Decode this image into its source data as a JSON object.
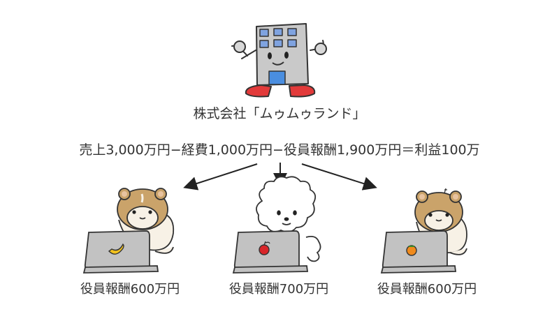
{
  "company": {
    "name": "株式会社「ムゥムゥランド」",
    "icon": "building-mascot"
  },
  "formula": "売上3,000万円−経費1,000万円−役員報酬1,900万円＝利益100万",
  "executives": [
    {
      "character": "hamster",
      "laptop_icon": "banana",
      "salary_label": "役員報酬600万円"
    },
    {
      "character": "poodle",
      "laptop_icon": "apple",
      "salary_label": "役員報酬700万円"
    },
    {
      "character": "hamster",
      "laptop_icon": "orange",
      "salary_label": "役員報酬600万円"
    }
  ],
  "colors": {
    "building": "#c9c9c9",
    "window": "#7fa3e0",
    "door": "#4a8ee0",
    "shoes": "#e23a3a",
    "hamster": "#caa36a",
    "laptop": "#c2c2c2",
    "banana": "#f2c21e",
    "apple": "#d9262a",
    "orange": "#f08a1c"
  }
}
